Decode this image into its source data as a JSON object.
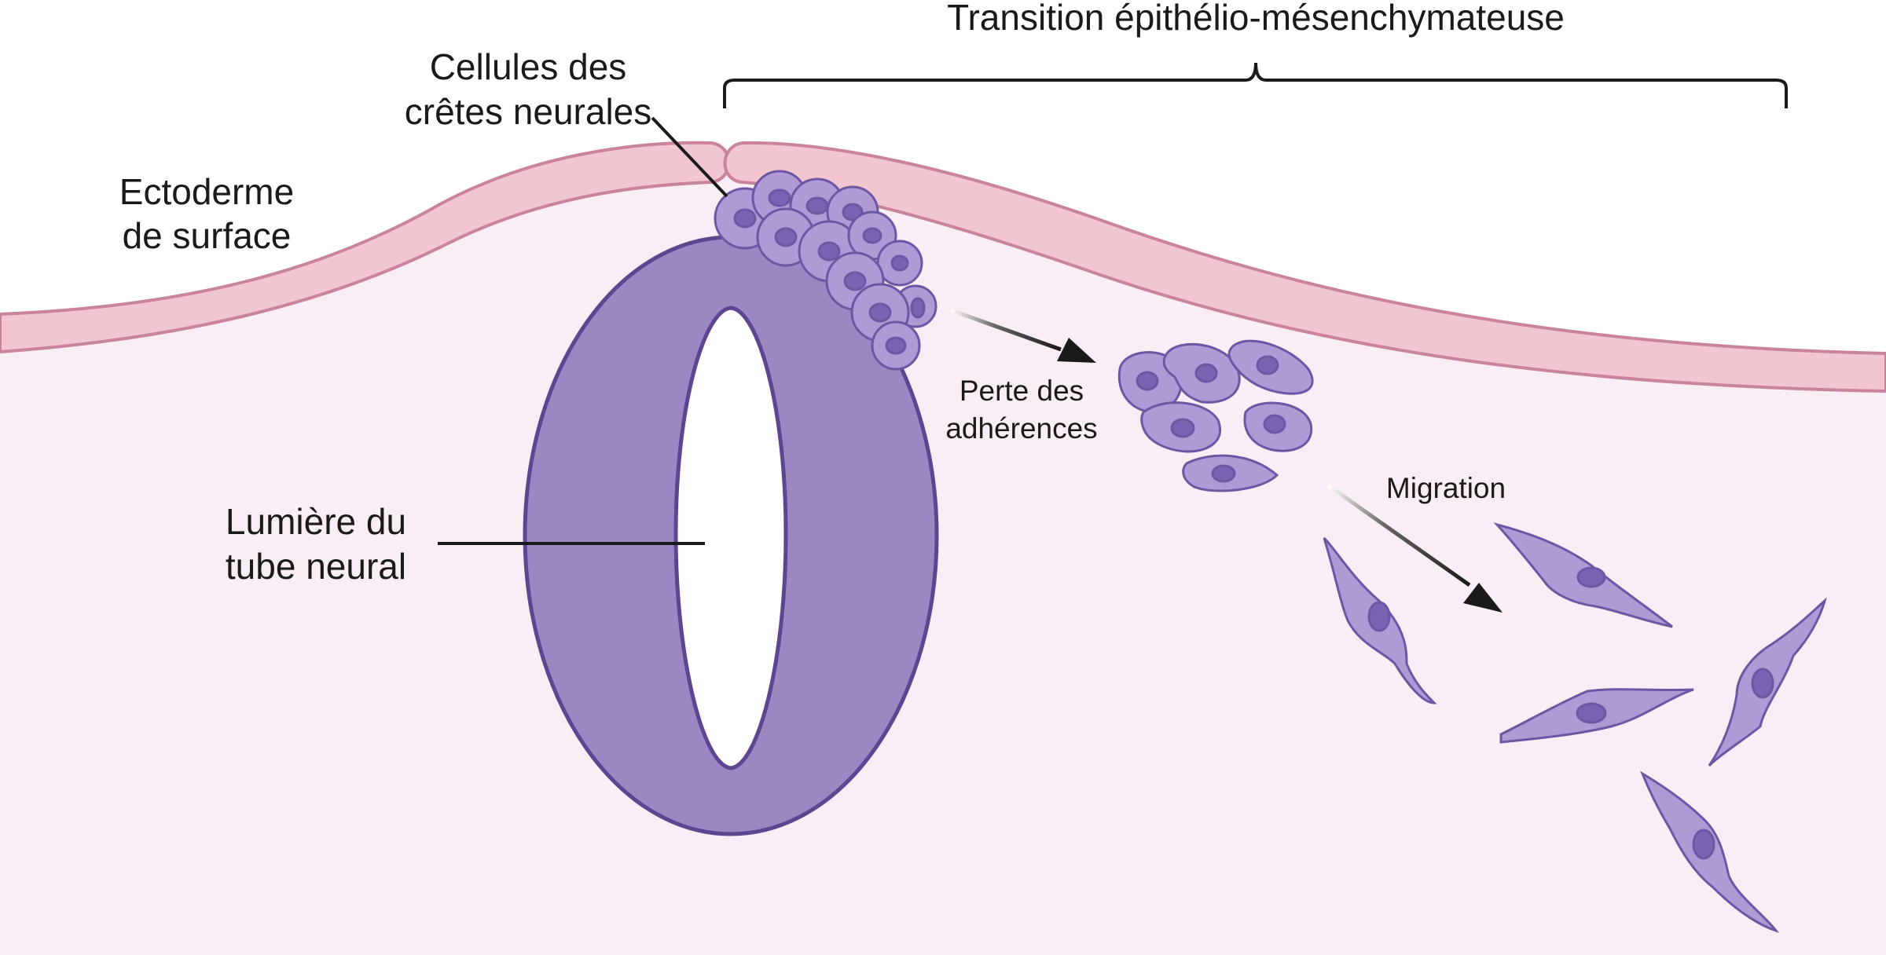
{
  "title": "Transition épithélio-mésenchymateuse",
  "labels": {
    "neural_crest_line1": "Cellules des",
    "neural_crest_line2": "crêtes neurales",
    "ectoderm_line1": "Ectoderme",
    "ectoderm_line2": "de surface",
    "lumen_line1": "Lumière du",
    "lumen_line2": "tube neural",
    "adhesion_line1": "Perte des",
    "adhesion_line2": "adhérences",
    "migration": "Migration"
  },
  "colors": {
    "ectoderm_fill": "#f2c6d0",
    "ectoderm_stroke": "#c9839b",
    "tissue_background": "#f9eef5",
    "neural_tube_fill": "#9b87c1",
    "neural_tube_stroke": "#5e4591",
    "cell_fill": "#b09ad6",
    "cell_stroke": "#6d56a3",
    "nucleus_fill": "#7b62b3",
    "line_color": "#1a1a1a"
  }
}
